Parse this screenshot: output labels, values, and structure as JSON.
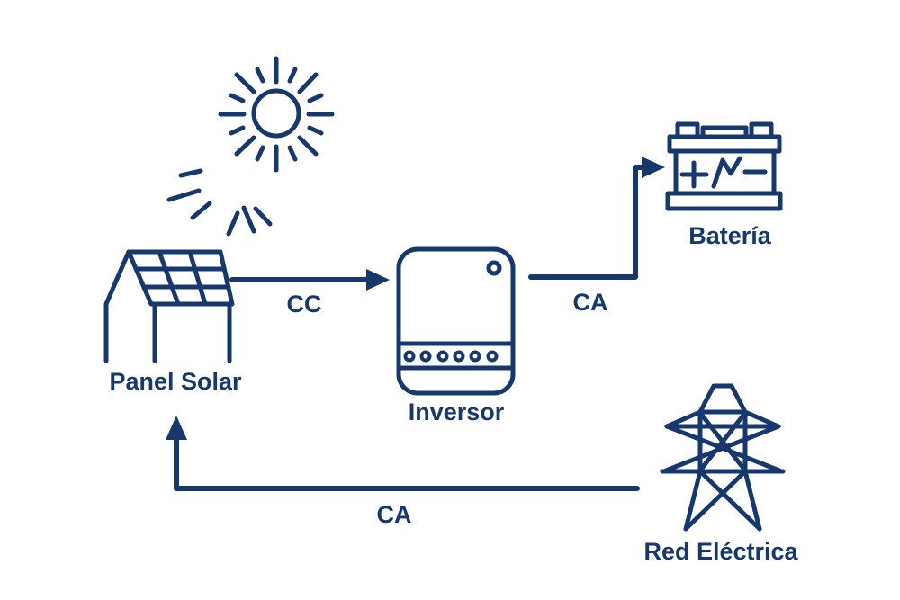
{
  "diagram": {
    "type": "flow-diagram",
    "subject": "solar-energy-system",
    "accent_color": "#16386d",
    "background_color": "#ffffff",
    "nodes": [
      {
        "id": "sun",
        "icon": "sun-icon",
        "label": ""
      },
      {
        "id": "solar-panel",
        "icon": "solar-panel-icon",
        "label": "Panel Solar"
      },
      {
        "id": "inverter",
        "icon": "inverter-icon",
        "label": "Inversor"
      },
      {
        "id": "battery",
        "icon": "battery-icon",
        "label": "Batería"
      },
      {
        "id": "power-grid",
        "icon": "transmission-tower-icon",
        "label": "Red Eléctrica"
      }
    ],
    "edges": [
      {
        "from": "solar-panel",
        "to": "inverter",
        "label": "CC",
        "shape": "straight-right-arrow"
      },
      {
        "from": "inverter",
        "to": "battery",
        "label": "CA",
        "shape": "right-then-up-arrow"
      },
      {
        "from": "power-grid",
        "to": "solar-panel",
        "label": "CA",
        "shape": "left-then-up-arrow"
      }
    ]
  }
}
